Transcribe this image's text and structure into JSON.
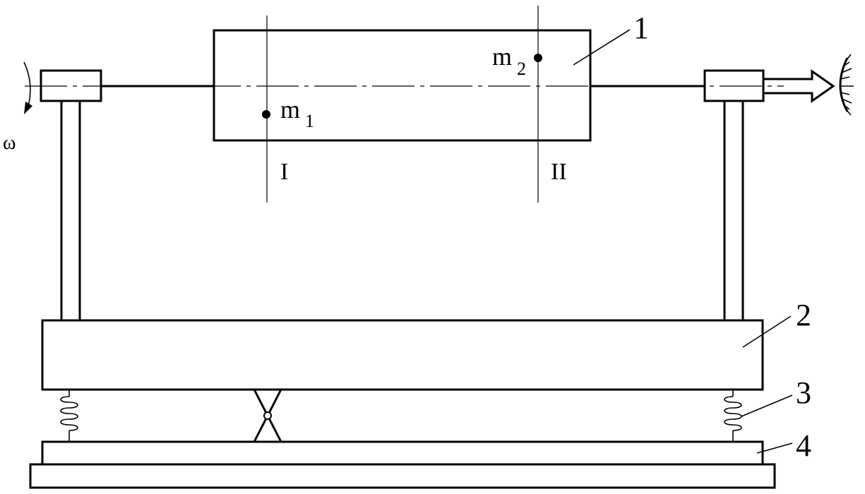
{
  "labels": {
    "part_1": "1",
    "part_2": "2",
    "part_3": "3",
    "part_4": "4",
    "mass_1": "m",
    "mass_1_sub": "1",
    "mass_2": "m",
    "mass_2_sub": "2",
    "plane_1": "I",
    "plane_2": "II",
    "rotation": "ω"
  },
  "colors": {
    "line": "#000000",
    "background": "#ffffff"
  }
}
